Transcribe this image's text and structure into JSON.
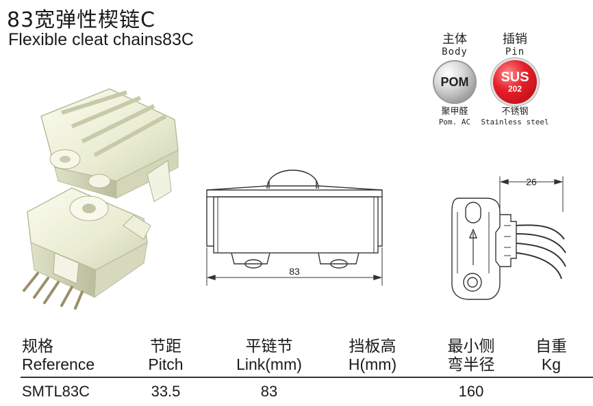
{
  "header": {
    "title_cn": "83宽弹性楔链C",
    "title_en": "Flexible cleat chains83C"
  },
  "materials": [
    {
      "label_cn": "主体",
      "label_en": "Body",
      "badge_text": "POM",
      "badge_sub": "",
      "sub_cn": "聚甲醛",
      "sub_en": "Pom. AC",
      "icon": "pom-material-badge"
    },
    {
      "label_cn": "插销",
      "label_en": "Pin",
      "badge_text": "SUS",
      "badge_sub": "202",
      "sub_cn": "不锈钢",
      "sub_en": "Stainless steel",
      "icon": "sus-material-badge"
    }
  ],
  "drawing": {
    "width_dim": "83",
    "side_dim": "26"
  },
  "table": {
    "headers": [
      {
        "cn": "规格",
        "en": "Reference"
      },
      {
        "cn": "节距",
        "en": "Pitch"
      },
      {
        "cn": "平链节",
        "en": "Link(mm)"
      },
      {
        "cn": "挡板高",
        "en": "H(mm)"
      },
      {
        "cn": "最小侧",
        "en": "弯半径"
      },
      {
        "cn": "自重",
        "en": "Kg"
      }
    ],
    "rows": [
      {
        "reference": "SMTL83C",
        "pitch": "33.5",
        "link": "83",
        "h": "",
        "radius": "160",
        "kg": ""
      }
    ]
  },
  "colors": {
    "pom_badge": "#9a9a9a",
    "sus_badge": "#e8202a",
    "part_body": "#eef0da"
  }
}
